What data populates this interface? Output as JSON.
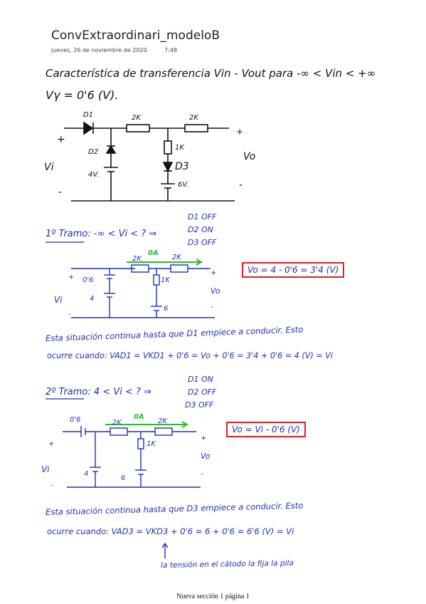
{
  "header": {
    "title": "ConvExtraordinari_modeloB",
    "date": "jueves, 26 de noviembre de 2020",
    "time": "7:48"
  },
  "notes": {
    "heading1": "Característica de transferencia Vin - Vout para -∞ < Vin < +∞",
    "heading2": "Vγ = 0'6 (V).",
    "tramo1": "1º Tramo: -∞ < Vi < ? ⇒",
    "tramo1_states": [
      "D1 OFF",
      "D2 ON",
      "D3 OFF"
    ],
    "result1": "Vo = 4 - 0'6 = 3'4 (V)",
    "cond1_line1": "Esta situación continua hasta que D1 empiece a conducir. Esto",
    "cond1_line2": "ocurre cuando: VAD1 = VKD1 + 0'6 = Vo + 0'6 = 3'4 + 0'6 = 4 (V) = Vi",
    "tramo2": "2º Tramo: 4 < Vi < ? ⇒",
    "tramo2_states": [
      "D1 ON",
      "D2 OFF",
      "D3 OFF"
    ],
    "result2": "Vo = Vi - 0'6 (V)",
    "cond2_line1": "Esta situación continua hasta que D3 empiece a conducir. Esto",
    "cond2_line2": "ocurre cuando: VAD3 = VKD3 + 0'6 = 6 + 0'6 = 6'6 (V) = Vi",
    "cond2_note": "la tensión en el cátodo la fija la pila"
  },
  "circuit_labels": {
    "main": {
      "d1": "D1",
      "r1": "2K",
      "r2": "2K",
      "d2": "D2",
      "bat4": "4V.",
      "r3": "1K",
      "d3": "D3",
      "bat6": "6V.",
      "vi": "Vi",
      "vo": "Vo",
      "plus": "+",
      "minus": "-"
    },
    "c1": {
      "oa": "0A",
      "r1": "2K",
      "r2": "2K",
      "v06": "0'6",
      "v4": "4",
      "r1k": "1K",
      "v6": "6",
      "vi": "Vi",
      "vo": "Vo",
      "plus": "+",
      "minus": "-"
    },
    "c2": {
      "v06": "0'6",
      "oa": "0A",
      "r1": "2K",
      "r2": "2K",
      "r1k": "1K",
      "v4": "4",
      "v6": "6",
      "vi": "Vi",
      "vo": "Vo",
      "plus": "+",
      "minus": "-"
    }
  },
  "footer": "Nueva sección 1 página 1",
  "colors": {
    "ink_blue": "#1f2fb8",
    "ink_black": "#111111",
    "ink_green": "#2db82d",
    "box_red": "#e02020"
  }
}
